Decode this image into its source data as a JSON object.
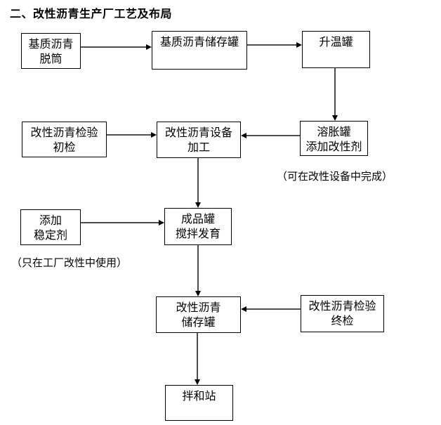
{
  "title": "二、改性沥青生产厂工艺及布局",
  "colors": {
    "background": "#ffffff",
    "box_border": "#000000",
    "text": "#000000",
    "connector_line": "#4d4d4d",
    "arrowhead": "#000000"
  },
  "flowchart": {
    "nodes": {
      "base_asphalt_drum": {
        "label": "基质沥青\n脱筒"
      },
      "base_asphalt_storage_tank": {
        "label": "基质沥青储存罐"
      },
      "heating_tank": {
        "label": "升温罐"
      },
      "initial_inspection": {
        "label": "改性沥青检验\n初检"
      },
      "modification_equipment": {
        "label": "改性沥青设备\n加工"
      },
      "swelling_tank": {
        "label": "溶胀罐\n添加改性剂"
      },
      "add_stabilizer": {
        "label": "添加\n稳定剂"
      },
      "finished_product_tank": {
        "label": "成品罐\n搅拌发育"
      },
      "modified_storage_tank": {
        "label": "改性沥青\n储存罐"
      },
      "final_inspection": {
        "label": "改性沥青检验\n终检"
      },
      "mixing_station": {
        "label": "拌和站"
      }
    },
    "notes": {
      "swelling_note": "（可在改性设备中完成）",
      "stabilizer_note": "（只在工厂改性中使用）"
    },
    "connections": [
      "base_asphalt_drum -> base_asphalt_storage_tank",
      "base_asphalt_storage_tank -> heating_tank",
      "heating_tank -> swelling_tank",
      "initial_inspection -> modification_equipment",
      "swelling_tank -> modification_equipment",
      "modification_equipment -> finished_product_tank",
      "add_stabilizer -> finished_product_tank",
      "finished_product_tank -> modified_storage_tank",
      "final_inspection -> modified_storage_tank",
      "modified_storage_tank -> mixing_station"
    ]
  }
}
